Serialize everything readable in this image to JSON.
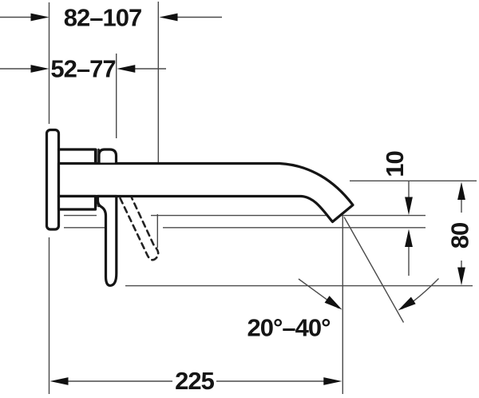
{
  "drawing": {
    "type": "technical-dimension-drawing",
    "subject": "wall-mounted single-lever basin mixer, side view",
    "colors": {
      "background": "#ffffff",
      "outline": "#151515",
      "thin_line": "#4a4a4a",
      "text": "#151515"
    },
    "dimensions": {
      "wall_to_handle_open": "82–107",
      "wall_to_handle_closed": "52–77",
      "outlet_gap": "10",
      "outlet_height": "80",
      "stream_angle": "20°–40°",
      "spout_reach": "225"
    }
  }
}
